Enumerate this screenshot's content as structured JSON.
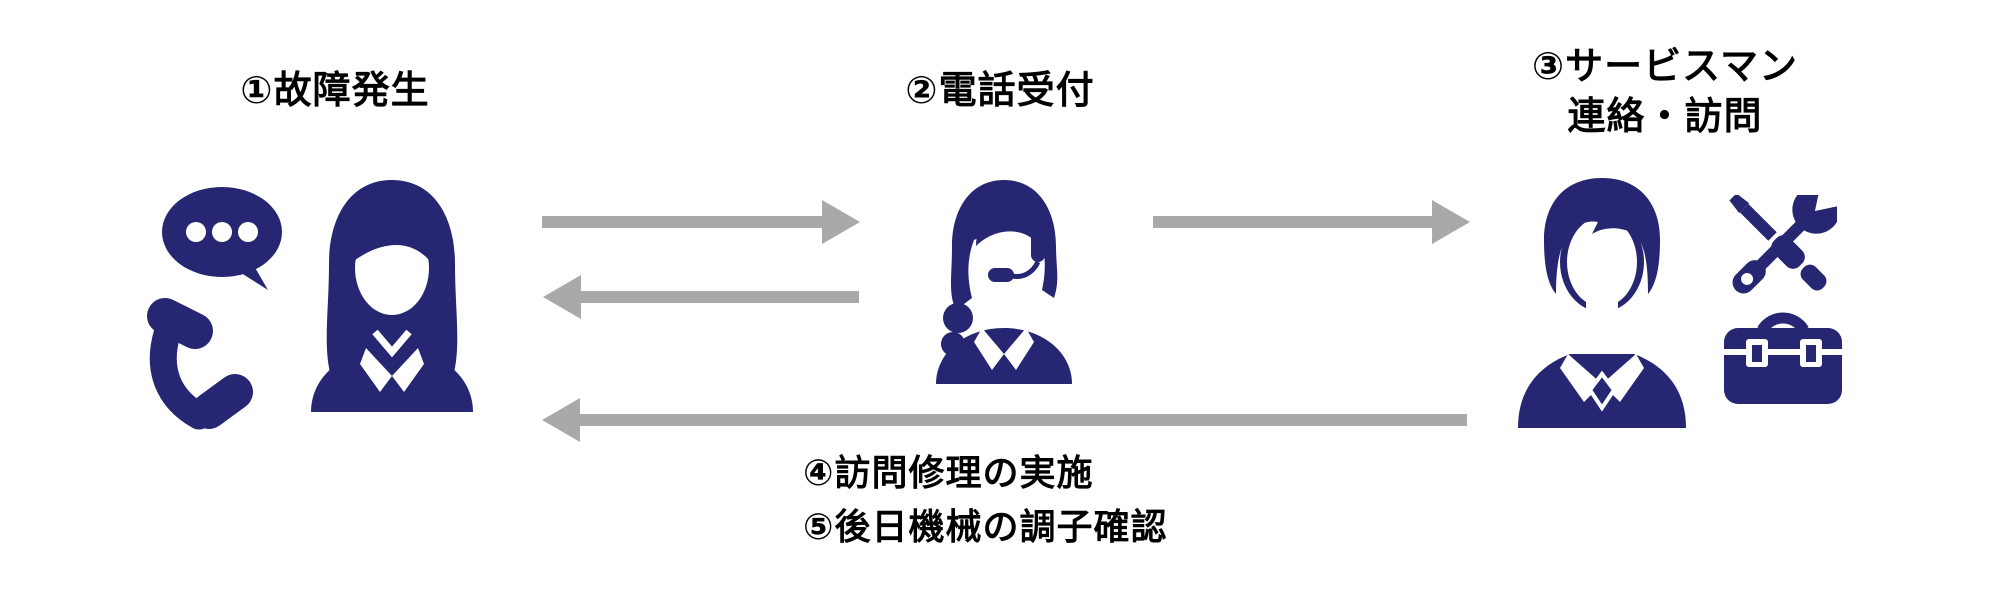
{
  "colors": {
    "background": "#FFFFFF",
    "icon": "#262672",
    "arrow": "#A9A9A9",
    "text": "#000000"
  },
  "flow": {
    "step1": {
      "label": "①故障発生",
      "icons": [
        "speech-bubble-icon",
        "phone-icon",
        "customer-icon"
      ]
    },
    "step2": {
      "label": "②電話受付",
      "icons": [
        "operator-icon"
      ]
    },
    "step3": {
      "label_line1": "③サービスマン",
      "label_line2": "連絡・訪問",
      "icons": [
        "serviceman-icon",
        "tools-icon",
        "toolbox-icon"
      ]
    },
    "step4": {
      "label": "④訪問修理の実施"
    },
    "step5": {
      "label": "⑤後日機械の調子確認"
    },
    "arrows": [
      {
        "name": "arrow-step1-to-step2",
        "direction": "right"
      },
      {
        "name": "arrow-step2-to-step1",
        "direction": "left"
      },
      {
        "name": "arrow-step2-to-step3",
        "direction": "right"
      },
      {
        "name": "arrow-step3-to-step1",
        "direction": "left"
      }
    ]
  }
}
